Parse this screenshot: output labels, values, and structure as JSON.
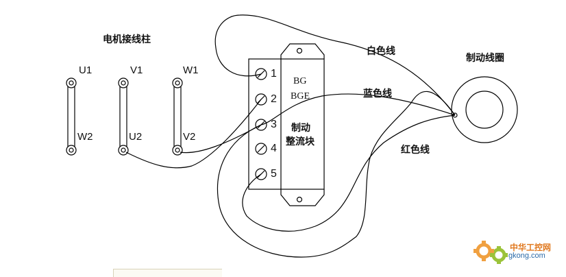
{
  "title": "电机接线柱",
  "coil_label": "制动线圈",
  "terminals": {
    "u1": "U1",
    "v1": "V1",
    "w1": "W1",
    "w2": "W2",
    "u2": "U2",
    "v2": "V2"
  },
  "rectifier": {
    "line1": "BG",
    "line2": "BGE",
    "line3": "制动",
    "line4": "整流块",
    "pins": [
      "1",
      "2",
      "3",
      "4",
      "5"
    ]
  },
  "wires": {
    "white": "白色线",
    "blue": "蓝色线",
    "red": "红色线"
  },
  "watermark": {
    "title": "中华工控网",
    "url": "gkong.com"
  },
  "colors": {
    "line": "#000000",
    "watermark_orange": "#e0781e",
    "watermark_blue": "#2a6aa8"
  }
}
